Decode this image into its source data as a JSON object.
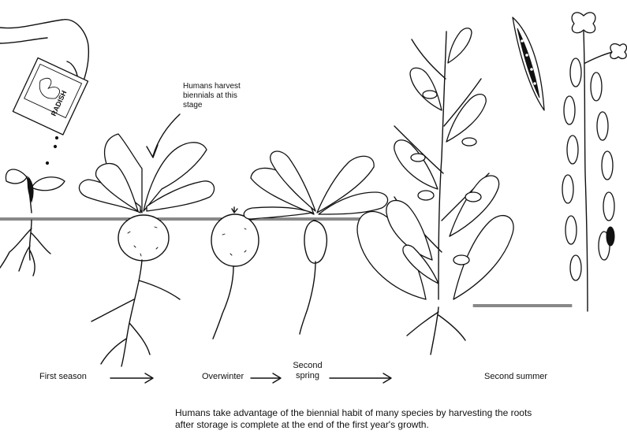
{
  "callout": {
    "line1": "Humans harvest",
    "line2": "biennials at this",
    "line3": "stage"
  },
  "stages": {
    "first_season": "First season",
    "overwinter": "Overwinter",
    "second_spring_line1": "Second",
    "second_spring_line2": "spring",
    "second_summer": "Second summer"
  },
  "caption": {
    "line1": "Humans take advantage of the biennial habit of many species by harvesting the roots",
    "line2": "after storage is complete at the end of the first year's growth."
  },
  "seed_packet_text": "RADISH"
}
